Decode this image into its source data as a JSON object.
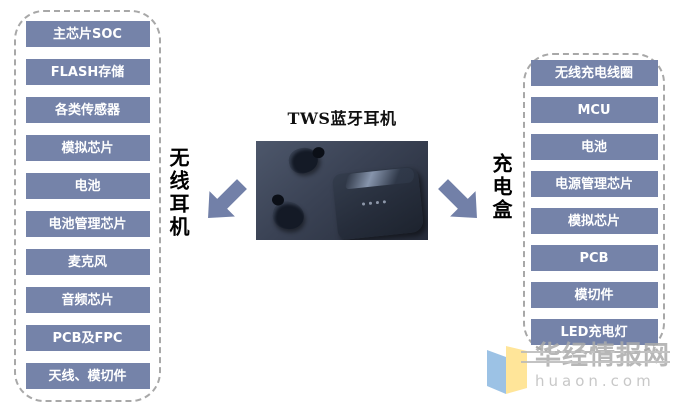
{
  "title": "TWS蓝牙耳机",
  "left_panel": {
    "label": "无线耳机",
    "items": [
      "主芯片SOC",
      "FLASH存储",
      "各类传感器",
      "模拟芯片",
      "电池",
      "电池管理芯片",
      "麦克风",
      "音频芯片",
      "PCB及FPC",
      "天线、模切件"
    ]
  },
  "right_panel": {
    "label": "充电盒",
    "items": [
      "无线充电线圈",
      "MCU",
      "电池",
      "电源管理芯片",
      "模拟芯片",
      "PCB",
      "模切件",
      "LED充电灯"
    ]
  },
  "center": {
    "photo_description": "TWS earbuds and charging case on dark surface"
  },
  "watermark": {
    "site_name": "华经情报网",
    "site_url": "huaon.com"
  },
  "colors": {
    "box_fill": "#7583A9",
    "box_text": "#FFFFFF",
    "arrow_fill": "#7280A8",
    "dashed_border": "#A8A8A8",
    "logo_blue": "#9CC2E5",
    "logo_yellow": "#FFE599",
    "watermark_gray": "#ABABAB"
  }
}
